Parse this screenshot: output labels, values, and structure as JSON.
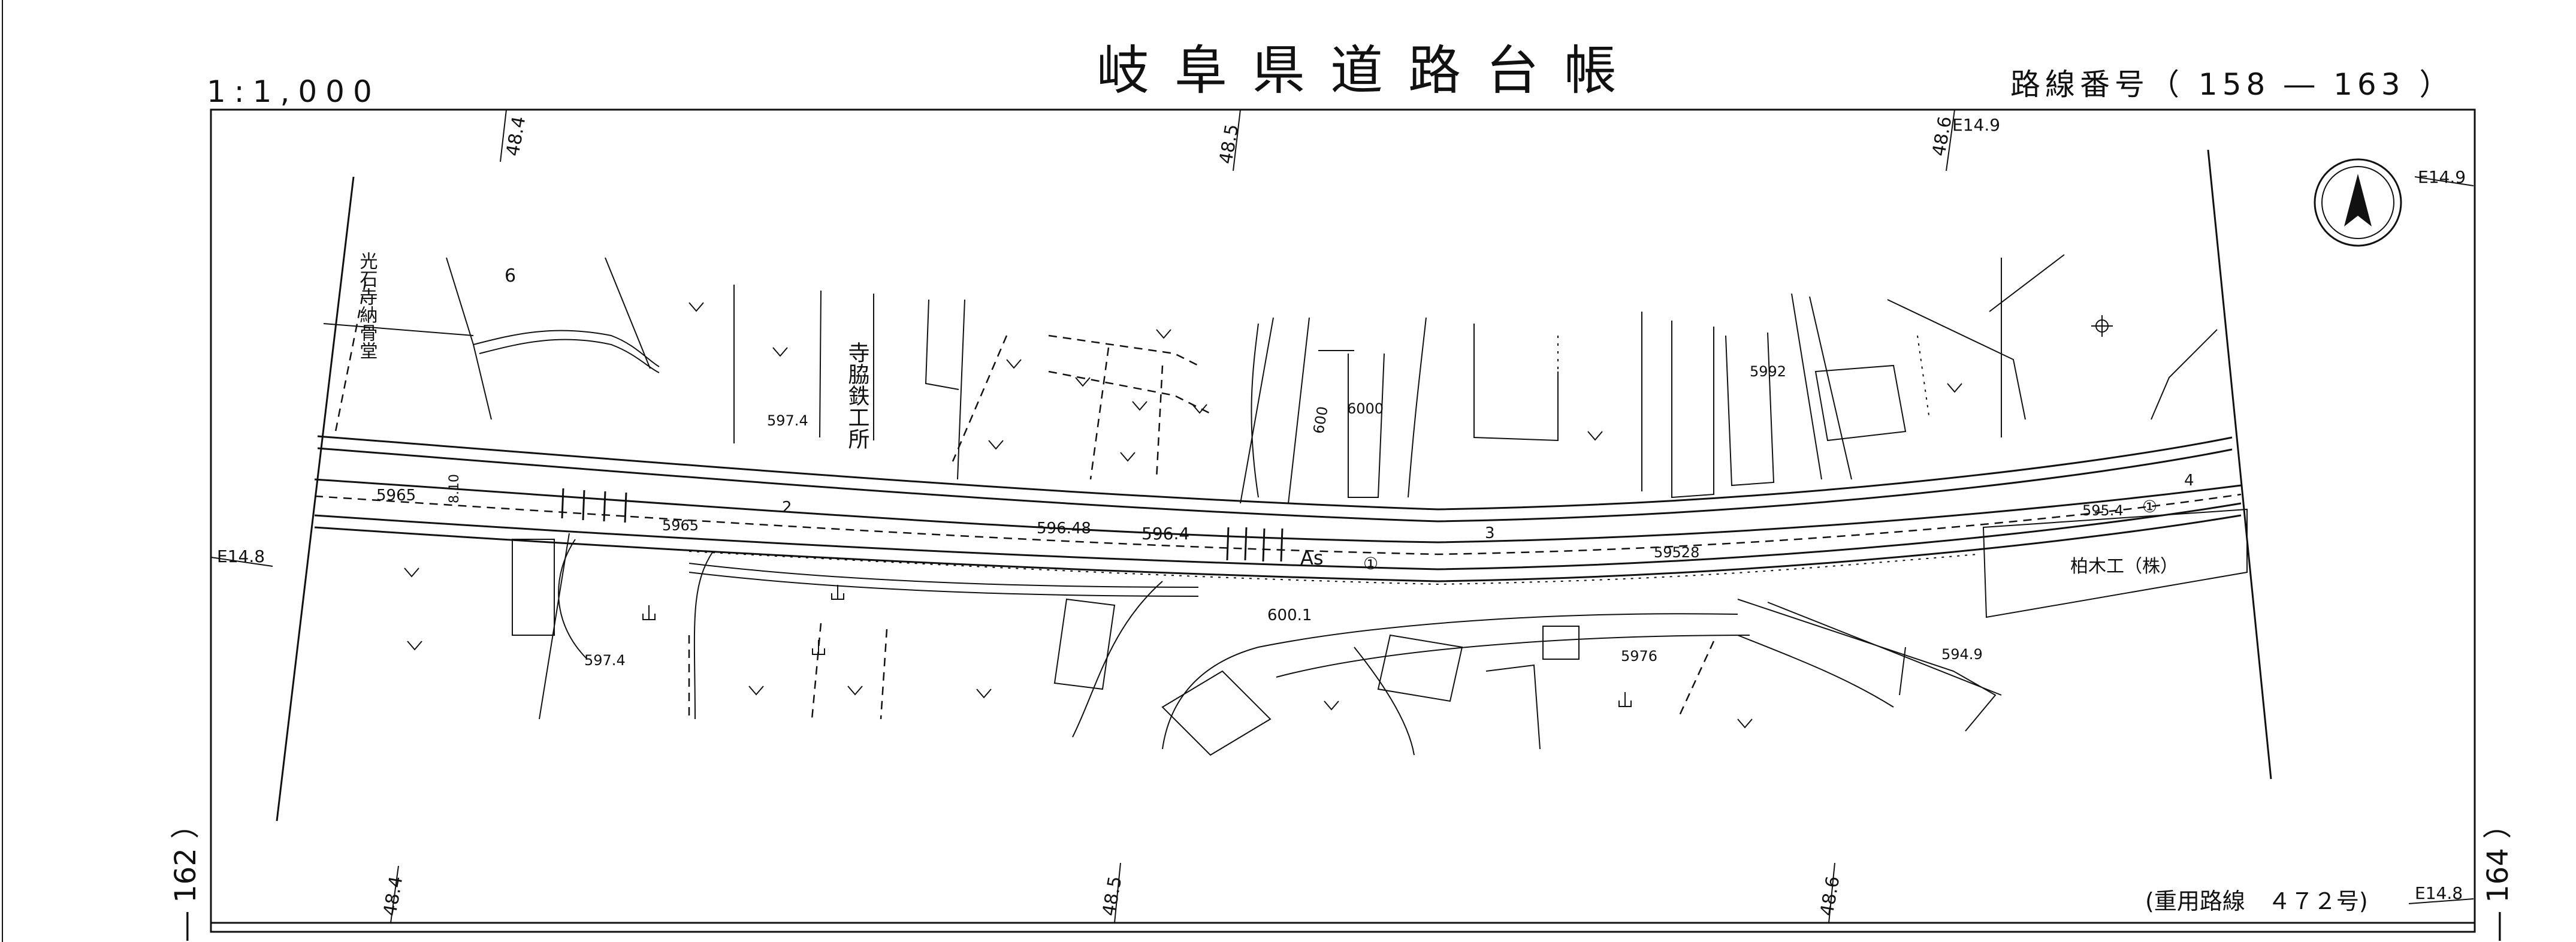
{
  "sheet": {
    "title": "岐阜県道路台帳",
    "scale": "1:1,000",
    "route_number": "路線番号（ 158 ― 163 ）",
    "left_neighbor_sheet": "― 162 ）",
    "right_neighbor_sheet": "― 164 ）",
    "overlap_route": "(重用路線　４７２号)"
  },
  "grid_labels": {
    "top_left": "48.4",
    "top_mid": "48.5",
    "top_right": "48.6",
    "top_right_e": "E14.9",
    "bottom_left": "48.4",
    "bottom_mid": "48.5",
    "bottom_right": "48.6",
    "left_e": "E14.8",
    "right_e_top": "E14.9",
    "right_e_bottom": "E14.8"
  },
  "map_labels": {
    "temple": "光石寺納骨堂",
    "factory": "寺脇鉄工所",
    "company": "柏木工（株）",
    "pavement": "As",
    "elev_1": "5965",
    "elev_2": "5965",
    "elev_3": "597.4",
    "elev_4": "597.4",
    "elev_5": "596.48",
    "elev_6": "596.4",
    "elev_7": "600.1",
    "elev_8": "5976",
    "elev_9": "59528",
    "elev_10": "594.9",
    "elev_11": "595.4",
    "elev_12": "5992",
    "elev_13": "6000",
    "elev_14": "600",
    "elev_15": "8.10",
    "num_6": "6",
    "num_2": "2",
    "num_3": "3",
    "num_4": "4",
    "circle_1": "①",
    "circle_2": "①"
  },
  "icons": {
    "north": "north-arrow-icon",
    "dry_field": "dry-field-symbol-icon",
    "orchard": "orchard-symbol-icon",
    "shrine": "shrine-symbol-icon"
  },
  "colors": {
    "ink": "#111111",
    "paper": "#ffffff"
  }
}
